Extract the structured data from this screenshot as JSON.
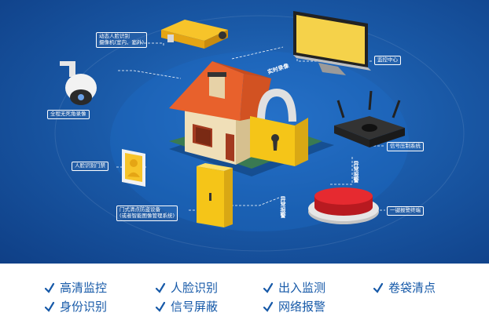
{
  "labels": {
    "face_camera": [
      "动态人脸识别",
      "摄像机(室内、室外)"
    ],
    "monitor_center": "监控中心",
    "ptz_camera": "全程无死角录像",
    "realtime": "实时录像",
    "signal": "信号压制系统",
    "face_door": "人脸识别门禁",
    "door_device": [
      "门式清点防盗设备",
      "(或者智能图像管理系统)"
    ],
    "alarm_button": "一键报警终端",
    "vertical_abnormal_left": "异常报警",
    "vertical_abnormal_right": "异常报警"
  },
  "features": [
    "高清监控",
    "人脸识别",
    "出入监测",
    "卷袋清点",
    "身份识别",
    "信号屏蔽",
    "网络报警"
  ],
  "colors": {
    "background": "#1a5aa8",
    "feature_text": "#1659a8",
    "accent_yellow": "#f5c518",
    "roof_orange": "#e8612c",
    "alarm_red": "#d81f26"
  }
}
